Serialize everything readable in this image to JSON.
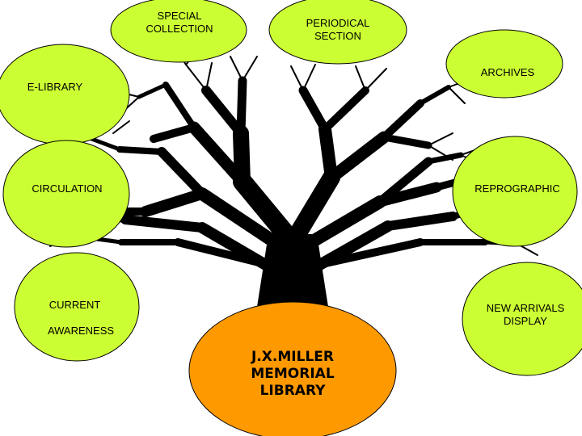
{
  "root": {
    "lines": [
      "J.X.MILLER",
      "MEMORIAL",
      "LIBRARY"
    ],
    "fill": "#ff9900"
  },
  "branch_fill": "#ccff33",
  "outline": "#000000",
  "trunk_color": "#000000",
  "nodes": [
    {
      "id": "special-collection",
      "lines": [
        "SPECIAL",
        "COLLECTION"
      ]
    },
    {
      "id": "periodical-section",
      "lines": [
        "PERIODICAL",
        "SECTION"
      ]
    },
    {
      "id": "archives",
      "lines": [
        "ARCHIVES"
      ]
    },
    {
      "id": "e-library",
      "lines": [
        "E-LIBRARY"
      ]
    },
    {
      "id": "circulation",
      "lines": [
        "CIRCULATION"
      ]
    },
    {
      "id": "reprographic",
      "lines": [
        "REPROGRAPHIC"
      ]
    },
    {
      "id": "current-awareness",
      "lines": [
        "CURRENT",
        "AWARENESS"
      ]
    },
    {
      "id": "new-arrivals-display",
      "lines": [
        "NEW ARRIVALS",
        "DISPLAY"
      ]
    }
  ]
}
